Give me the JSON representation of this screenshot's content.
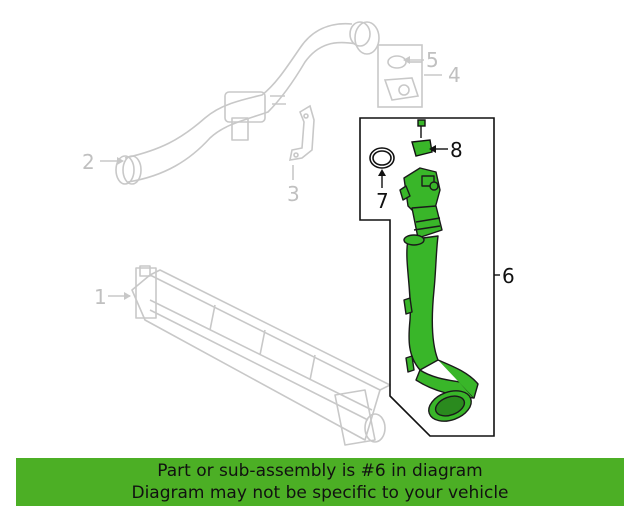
{
  "callouts": {
    "c1": "1",
    "c2": "2",
    "c3": "3",
    "c4": "4",
    "c5": "5",
    "c6": "6",
    "c7": "7",
    "c8": "8"
  },
  "banner": {
    "line1": "Part or sub-assembly is #6 in diagram",
    "line2": "Diagram may not be specific to your vehicle"
  },
  "colors": {
    "highlight_part": "#39b629",
    "faded_part": "#c8c8c8",
    "banner_bg": "#4caf25"
  }
}
